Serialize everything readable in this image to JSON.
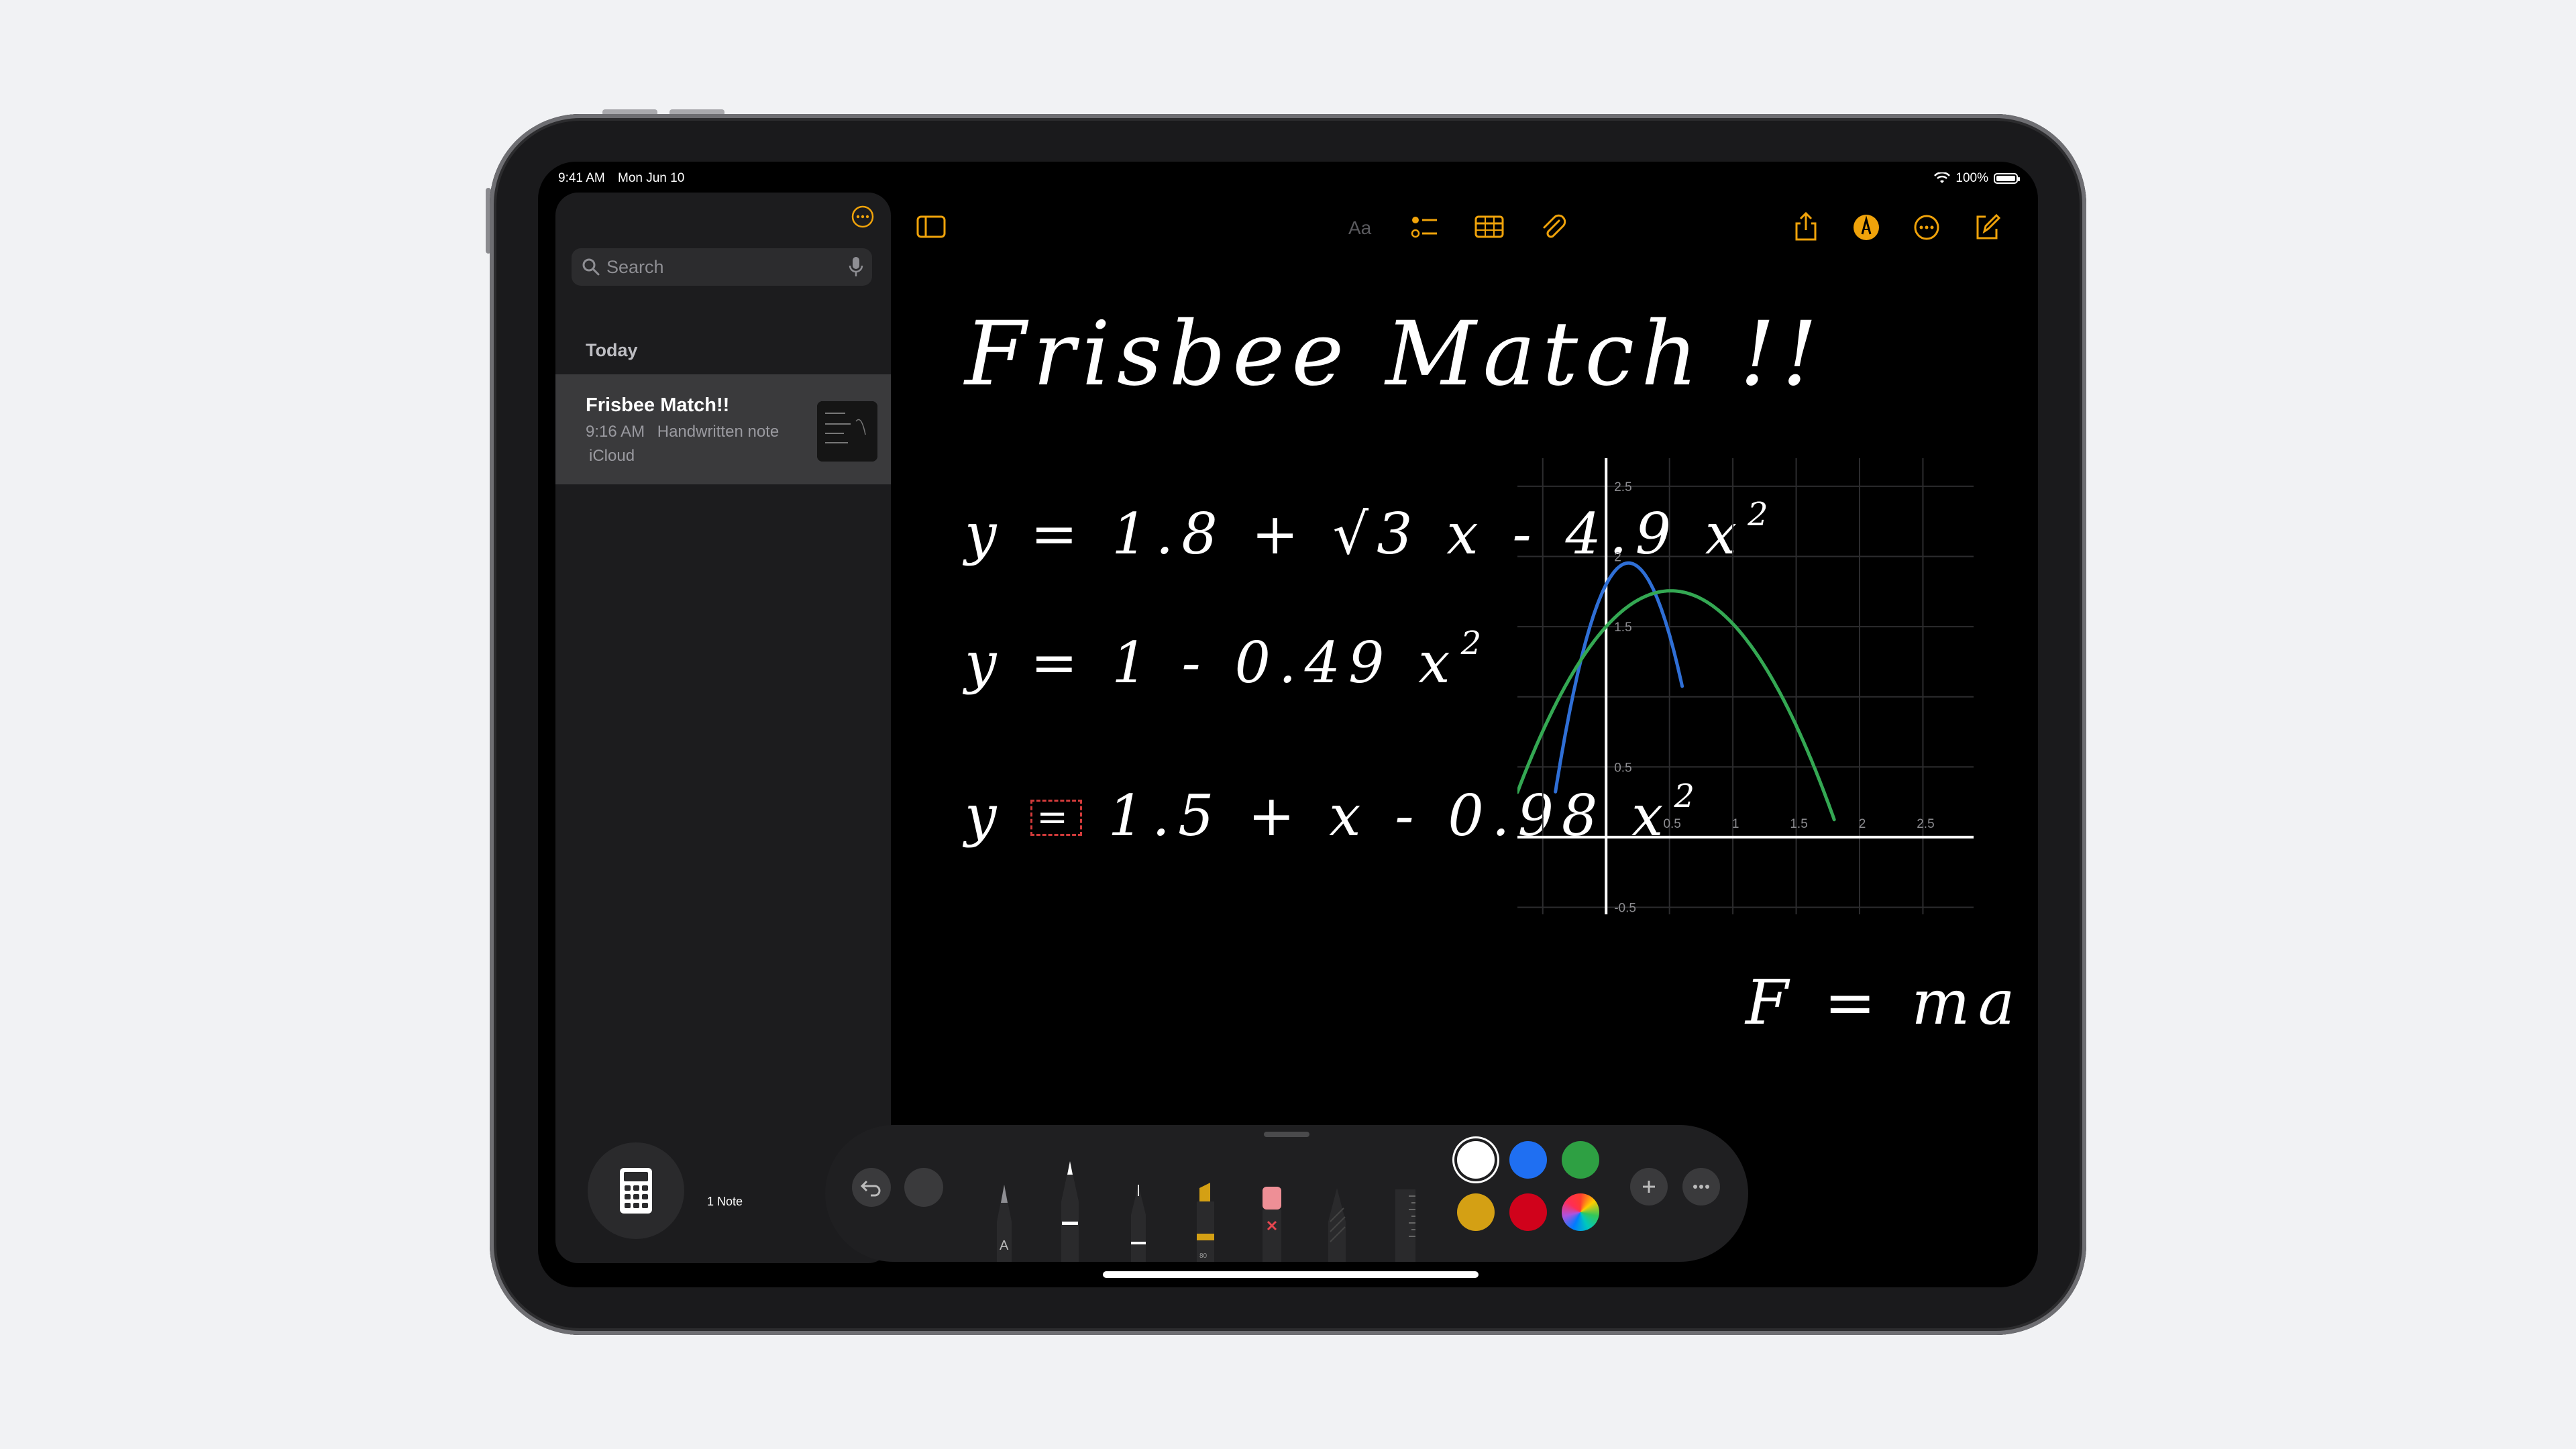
{
  "status_bar": {
    "time": "9:41 AM",
    "date": "Mon Jun 10",
    "battery": "100%"
  },
  "sidebar": {
    "search_placeholder": "Search",
    "section": "Today",
    "note": {
      "title": "Frisbee Match!!",
      "time": "9:16 AM",
      "kind": "Handwritten note",
      "folder": "iCloud"
    },
    "note_count": "1 Note"
  },
  "note": {
    "title": "Frisbee Match !!",
    "equations": [
      {
        "lhs": "y = 1.8 + √3 x - 4.9 x",
        "exp": "2"
      },
      {
        "lhs": "y = 1 - 0.49 x",
        "exp": "2"
      },
      {
        "lhs_a": "y",
        "op": "=",
        "lhs_b": "1.5 + x - 0.98 x",
        "exp": "2"
      }
    ],
    "formula": "F = ma"
  },
  "chart_data": {
    "type": "line",
    "x_ticks": [
      "0.5",
      "1",
      "1.5",
      "2",
      "2.5"
    ],
    "y_ticks": [
      "2.5",
      "2",
      "1.5",
      "0.5",
      "-0.5"
    ],
    "xlim": [
      -0.7,
      2.9
    ],
    "ylim": [
      -0.55,
      2.7
    ],
    "grid": true,
    "series": [
      {
        "color": "#2f6fd6",
        "formula": "y = 1.8 + √3 x - 4.9 x^2",
        "x_range": [
          -0.4,
          0.6
        ]
      },
      {
        "color": "#34a853",
        "formula": "y = 1.5 + x - 0.98 x^2",
        "x_range": [
          -0.7,
          1.8
        ]
      }
    ]
  },
  "toolbar": {
    "colors": [
      "#ffffff",
      "#1f6ff2",
      "#2ea043",
      "#d4a014",
      "#d0021b",
      "multicolor"
    ],
    "selected_color": "#ffffff"
  }
}
